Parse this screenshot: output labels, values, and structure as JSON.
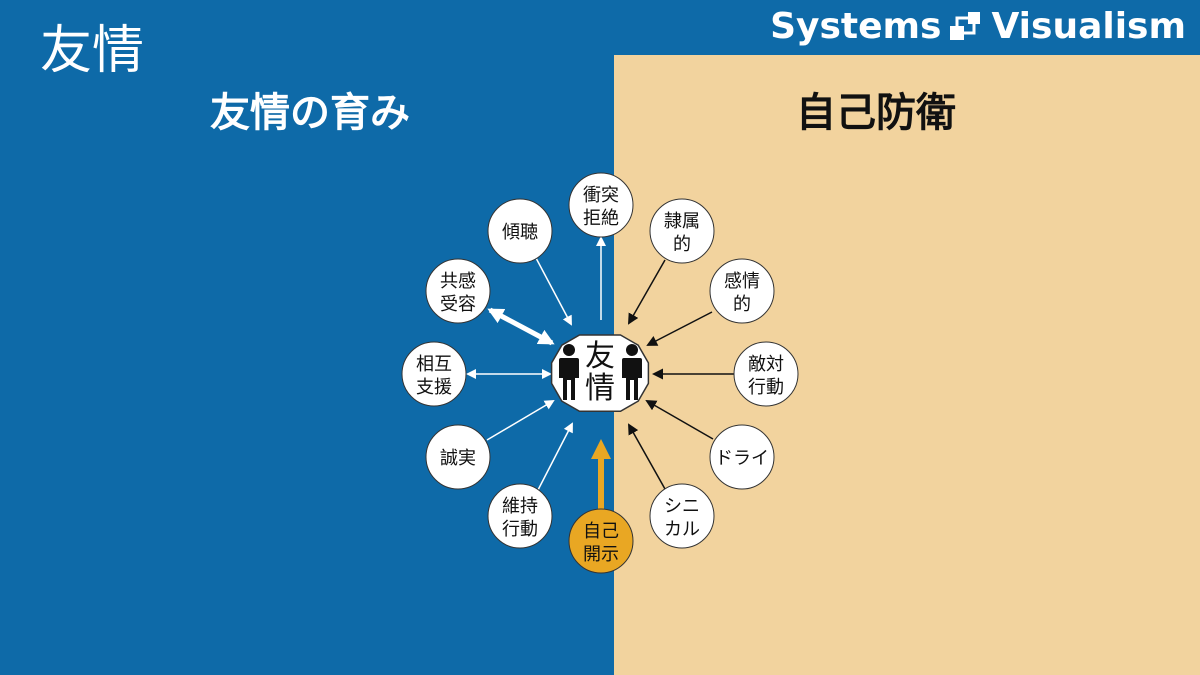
{
  "page": {
    "title": "友情"
  },
  "brand": {
    "left": "Systems",
    "right": "Visualism"
  },
  "headings": {
    "left": "友情の育み",
    "right": "自己防衛"
  },
  "center": {
    "line1": "友",
    "line2": "情"
  },
  "colors": {
    "blue": "#0e6aa8",
    "tan": "#f2d39e",
    "highlight": "#e9a723"
  },
  "left_nodes": [
    {
      "id": "listening",
      "line1": "傾聴",
      "line2": "",
      "arrow": "to-center"
    },
    {
      "id": "empathy",
      "line1": "共感",
      "line2": "受容",
      "arrow": "both-thick"
    },
    {
      "id": "mutual-support",
      "line1": "相互",
      "line2": "支援",
      "arrow": "both"
    },
    {
      "id": "sincerity",
      "line1": "誠実",
      "line2": "",
      "arrow": "to-center"
    },
    {
      "id": "maintenance",
      "line1": "維持",
      "line2": "行動",
      "arrow": "to-center"
    }
  ],
  "bottom_node": {
    "id": "self-disclosure",
    "line1": "自己",
    "line2": "開示",
    "arrow": "to-center-highlight"
  },
  "top_node": {
    "id": "conflict-rejection",
    "line1": "衝突",
    "line2": "拒絶",
    "arrow": "from-center"
  },
  "right_nodes": [
    {
      "id": "subordinate",
      "line1": "隷属",
      "line2": "的"
    },
    {
      "id": "emotional",
      "line1": "感情",
      "line2": "的"
    },
    {
      "id": "hostile",
      "line1": "敵対",
      "line2": "行動"
    },
    {
      "id": "dry",
      "line1": "ドライ",
      "line2": ""
    },
    {
      "id": "cynical",
      "line1": "シニ",
      "line2": "カル"
    }
  ]
}
